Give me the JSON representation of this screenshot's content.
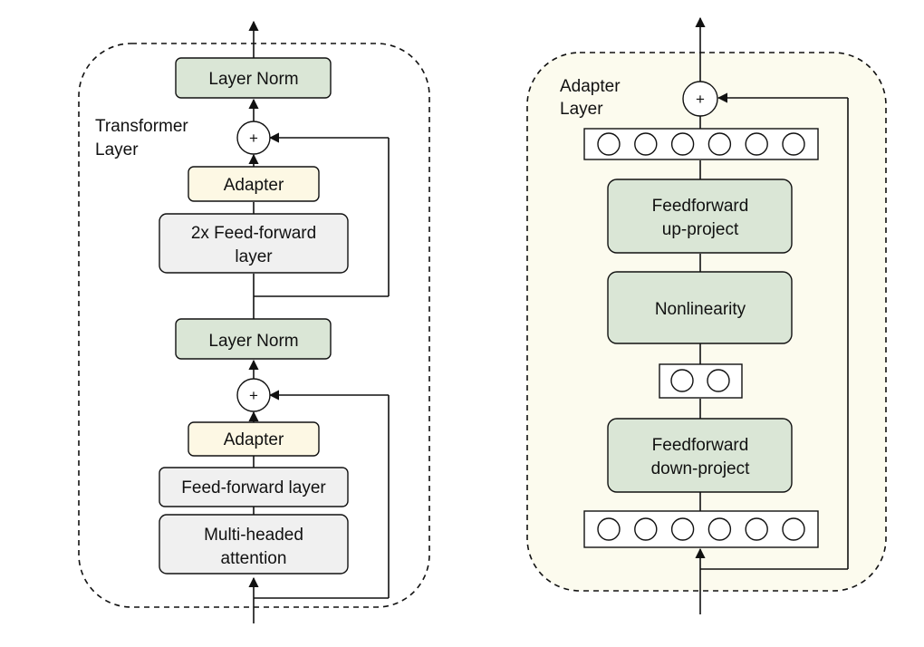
{
  "colors": {
    "green": "#dae6d6",
    "cream": "#fdf8e4",
    "gray": "#f0f0f0",
    "adapter_bg": "#fcfbee",
    "stroke": "#111111"
  },
  "transformer": {
    "label_line1": "Transformer",
    "label_line2": "Layer",
    "top_norm": "Layer Norm",
    "top_adapter": "Adapter",
    "ffn_line1": "2x Feed-forward",
    "ffn_line2": "layer",
    "mid_norm": "Layer Norm",
    "bottom_adapter": "Adapter",
    "ff_layer": "Feed-forward layer",
    "attn_line1": "Multi-headed",
    "attn_line2": "attention",
    "plus_symbol": "+"
  },
  "adapter": {
    "label_line1": "Adapter",
    "label_line2": "Layer",
    "up_line1": "Feedforward",
    "up_line2": "up-project",
    "nonlinearity": "Nonlinearity",
    "down_line1": "Feedforward",
    "down_line2": "down-project",
    "plus_symbol": "+",
    "top_neurons": 6,
    "middle_neurons": 2,
    "bottom_neurons": 6
  }
}
